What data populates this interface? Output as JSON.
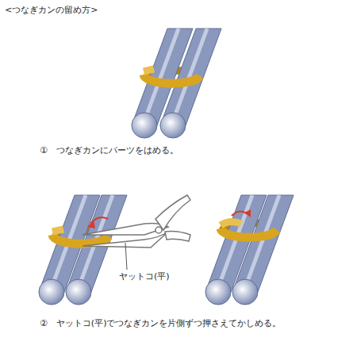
{
  "diagram": {
    "title": "<つなぎカンの留め方>",
    "labels": [
      "①　つなぎカンにパーツをはめる。",
      "ヤットコ(平)",
      "②　ヤットコ(平)でつなぎカンを片側ずつ押さえてかしめる。"
    ]
  }
}
